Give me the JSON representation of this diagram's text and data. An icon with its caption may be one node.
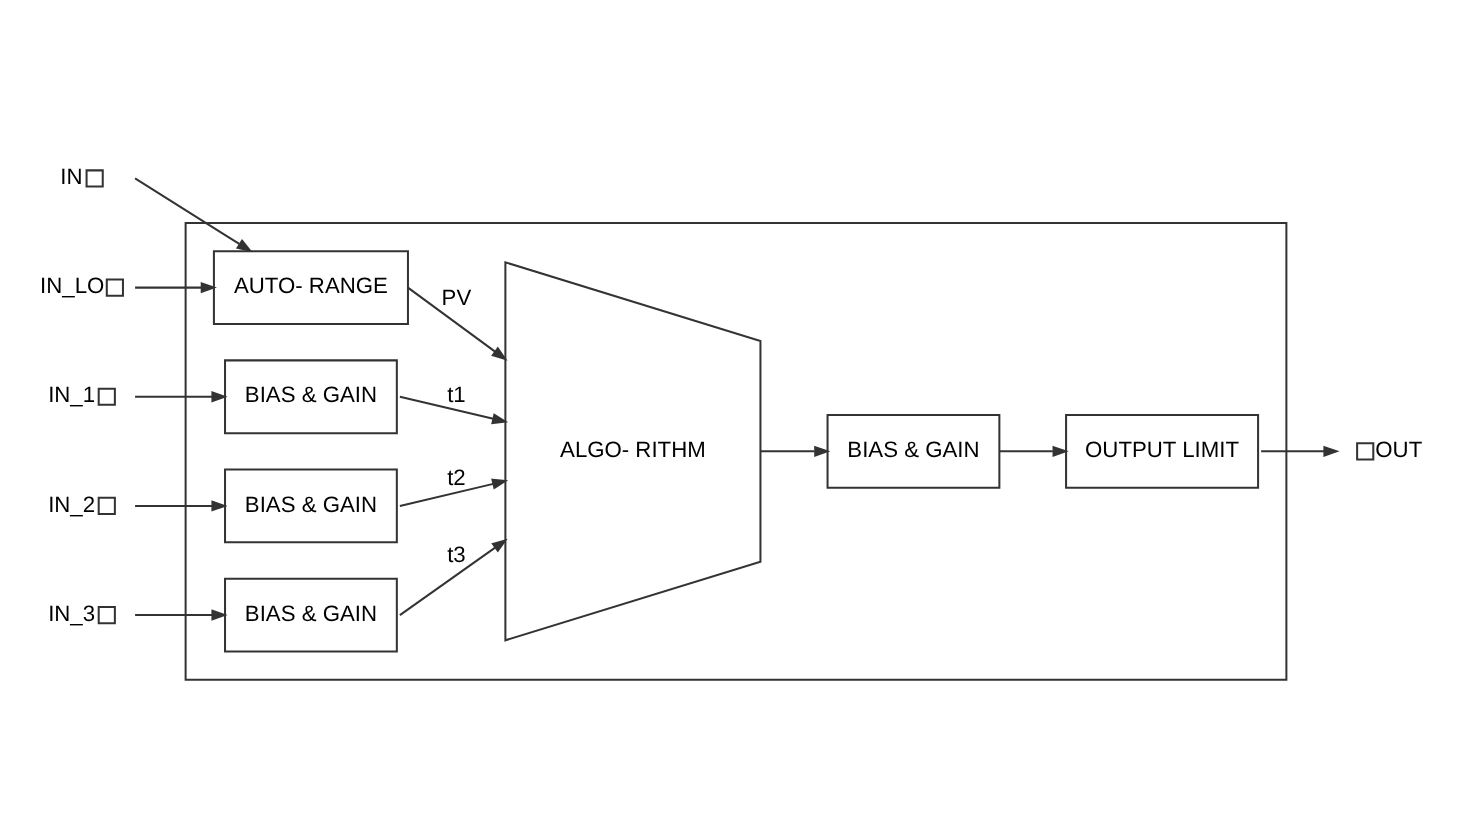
{
  "diagram": {
    "nodes": [
      {
        "text": [],
        "shape": "box"
      },
      {
        "text": [
          "IN"
        ]
      },
      {
        "text": [
          "IN_LO"
        ]
      },
      {
        "text": [
          "IN_1"
        ]
      },
      {
        "text": [
          "IN_2"
        ]
      },
      {
        "text": [
          "IN_3"
        ]
      },
      {
        "text": [
          "AUTO- RANGE"
        ],
        "in": 0
      },
      {
        "text": [
          "BIAS & GAIN"
        ],
        "in": 0
      },
      {
        "text": [
          "BIAS & GAIN"
        ],
        "in": 0
      },
      {
        "text": [
          "BIAS & GAIN"
        ],
        "in": 0
      },
      {
        "text": [
          "ALGO- RITHM"
        ],
        "in": 0
      },
      {
        "text": [
          "BIAS & GAIN"
        ],
        "in": 0
      },
      {
        "text": [
          "OUTPUT LIMIT"
        ],
        "in": 0
      },
      {
        "text": [
          "OUT"
        ]
      }
    ],
    "edges": [
      {
        "from": 1,
        "to": 6,
        "arrow": "to"
      },
      {
        "from": 2,
        "to": 6,
        "arrow": "to"
      },
      {
        "from": 3,
        "to": 7,
        "arrow": "to"
      },
      {
        "from": 4,
        "to": 8,
        "arrow": "to"
      },
      {
        "from": 5,
        "to": 9,
        "arrow": "to"
      },
      {
        "from": 6,
        "to": 10,
        "arrow": "to",
        "label": "PV"
      },
      {
        "from": 7,
        "to": 10,
        "arrow": "to",
        "label": "t1"
      },
      {
        "from": 8,
        "to": 10,
        "arrow": "to",
        "label": "t2"
      },
      {
        "from": 9,
        "to": 10,
        "arrow": "to",
        "label": "t3"
      },
      {
        "from": 10,
        "to": 11,
        "arrow": "to"
      },
      {
        "from": 11,
        "to": 12,
        "arrow": "to"
      },
      {
        "from": 12,
        "to": 13,
        "arrow": "to"
      }
    ]
  }
}
